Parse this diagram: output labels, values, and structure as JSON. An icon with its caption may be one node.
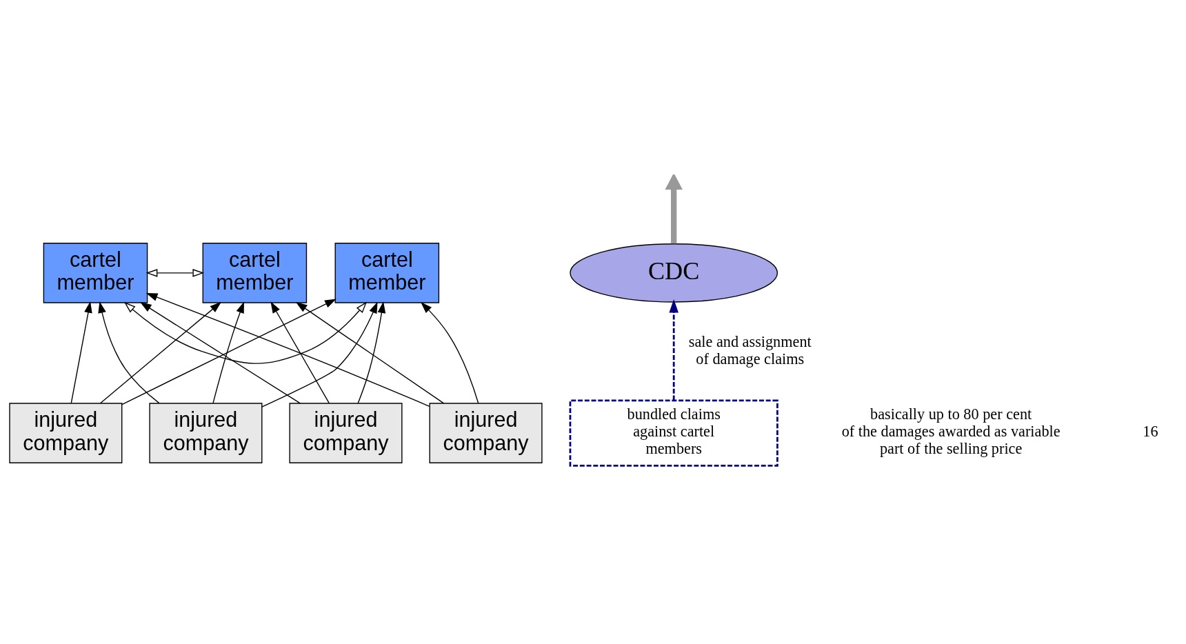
{
  "diagram": {
    "nodes": [
      {
        "text": [
          "cartel member"
        ]
      },
      {
        "text": [
          "cartel member"
        ]
      },
      {
        "text": [
          "cartel member"
        ]
      },
      {
        "text": [
          "bundled claims against cartel members"
        ]
      },
      {
        "text": [
          "injured company"
        ]
      },
      {
        "text": [
          "injured company"
        ]
      },
      {
        "text": [
          "injured company"
        ]
      },
      {
        "text": [
          "injured company"
        ]
      },
      {
        "text": [
          "CDC"
        ]
      }
    ],
    "edges": [
      {
        "from": 0,
        "to": 1,
        "arrow": "both"
      },
      {
        "from": 1,
        "to": 2,
        "arrow": "both"
      },
      {
        "from": 4,
        "to": 0,
        "arrow": "to"
      },
      {
        "from": 4,
        "to": 1,
        "arrow": "to"
      },
      {
        "from": 4,
        "to": 2,
        "arrow": "to"
      },
      {
        "from": 5,
        "to": 0,
        "arrow": "to"
      },
      {
        "from": 5,
        "to": 1,
        "arrow": "to"
      },
      {
        "from": 5,
        "to": 2,
        "arrow": "to"
      },
      {
        "from": 6,
        "to": 0,
        "arrow": "to"
      },
      {
        "from": 6,
        "to": 1,
        "arrow": "to"
      },
      {
        "from": 6,
        "to": 2,
        "arrow": "to"
      },
      {
        "from": 7,
        "to": 0,
        "arrow": "to"
      },
      {
        "from": 7,
        "to": 1,
        "arrow": "to"
      },
      {
        "from": 7,
        "to": 2,
        "arrow": "to"
      },
      {
        "from": 3,
        "to": 8,
        "arrow": "to",
        "label": "sale and assignment of damage claims",
        "style": "dashed",
        "color": "#000080"
      },
      {
        "from": 8,
        "to": null,
        "arrow": "to",
        "style": "thick",
        "color": "#999999"
      }
    ],
    "labels": [
      "basically up to 80 per cent of the damages awarded as variable part of the selling price",
      "16"
    ]
  }
}
